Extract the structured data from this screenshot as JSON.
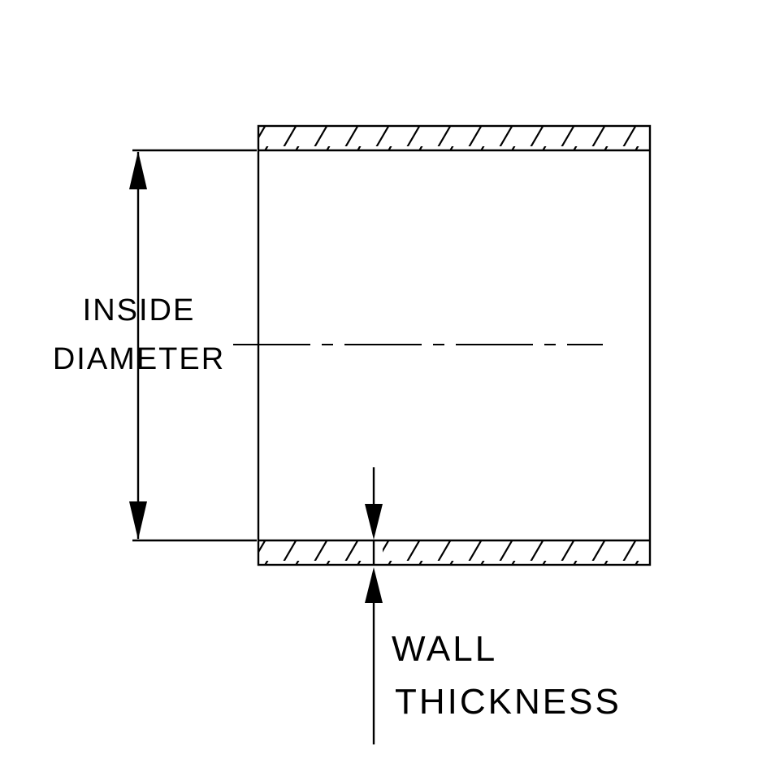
{
  "diagram": {
    "type": "engineering-cross-section",
    "labels": {
      "inside_line1": "INSIDE",
      "inside_line2": "DIAMETER",
      "wall_line1": "WALL",
      "wall_line2": "THICKNESS"
    },
    "colors": {
      "line": "#000000",
      "background": "#ffffff"
    }
  }
}
